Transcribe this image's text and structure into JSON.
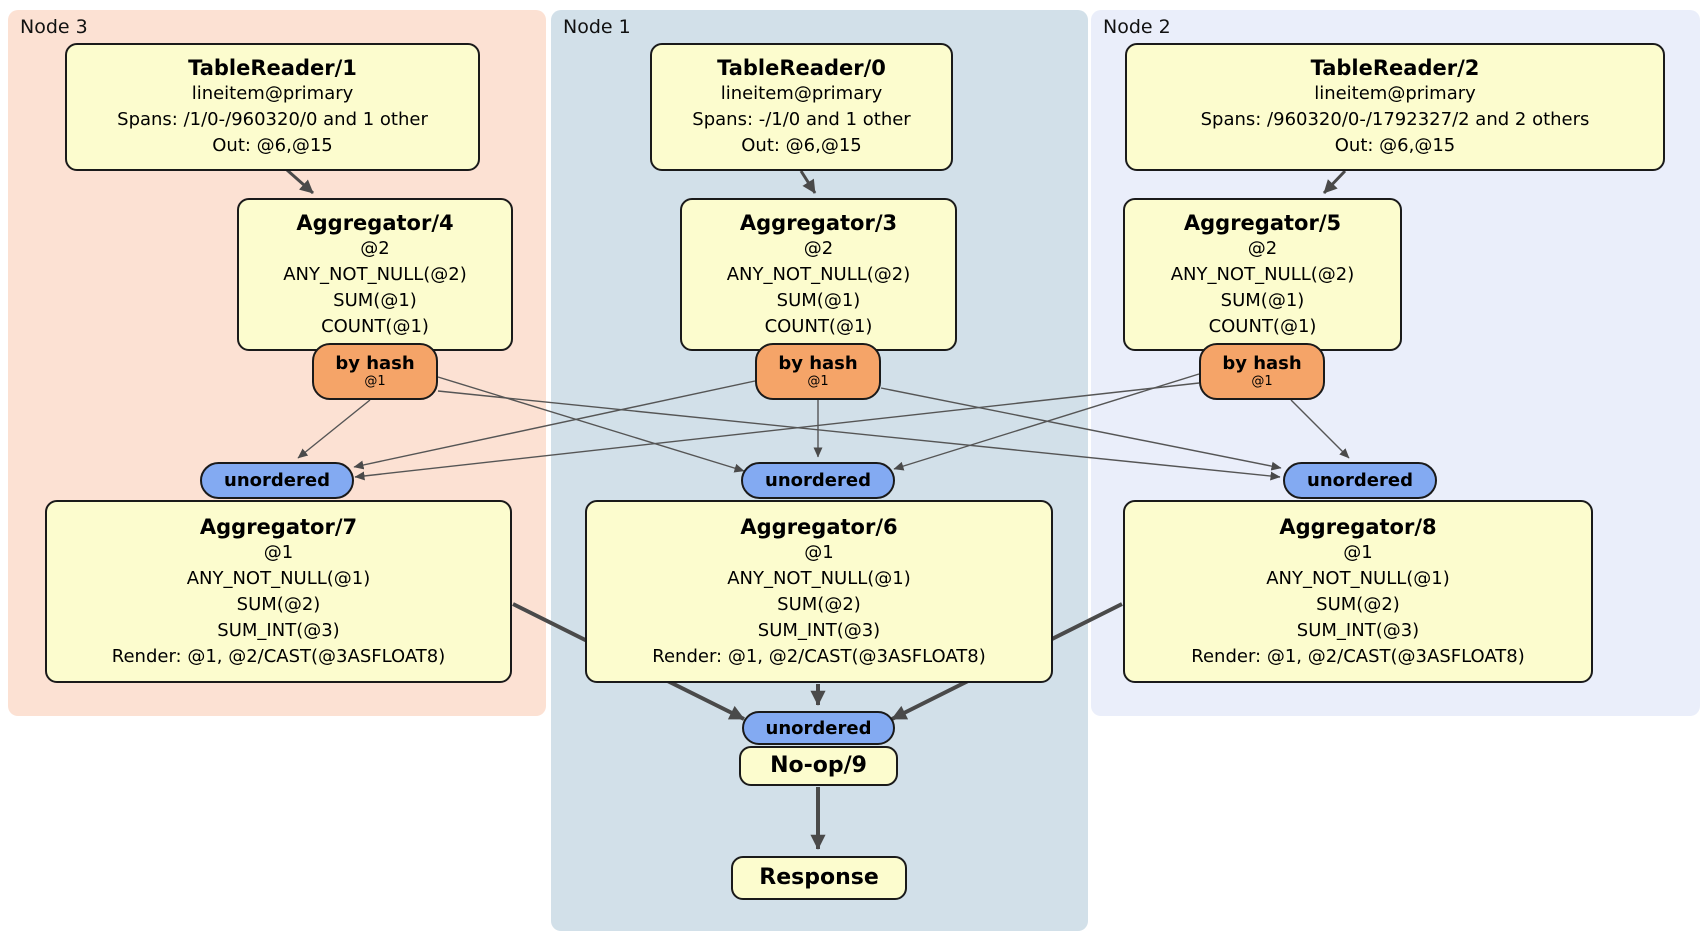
{
  "diagram": {
    "regions": [
      {
        "label": "Node 3"
      },
      {
        "label": "Node 1"
      },
      {
        "label": "Node 2"
      }
    ],
    "processors": {
      "tablereader1": {
        "title": "TableReader/1",
        "lines": [
          "lineitem@primary",
          "Spans: /1/0-/960320/0 and 1 other",
          "Out: @6,@15"
        ]
      },
      "tablereader0": {
        "title": "TableReader/0",
        "lines": [
          "lineitem@primary",
          "Spans: -/1/0 and 1 other",
          "Out: @6,@15"
        ]
      },
      "tablereader2": {
        "title": "TableReader/2",
        "lines": [
          "lineitem@primary",
          "Spans: /960320/0-/1792327/2 and 2 others",
          "Out: @6,@15"
        ]
      },
      "aggregator4": {
        "title": "Aggregator/4",
        "lines": [
          "@2",
          "ANY_NOT_NULL(@2)",
          "SUM(@1)",
          "COUNT(@1)"
        ]
      },
      "aggregator3": {
        "title": "Aggregator/3",
        "lines": [
          "@2",
          "ANY_NOT_NULL(@2)",
          "SUM(@1)",
          "COUNT(@1)"
        ]
      },
      "aggregator5": {
        "title": "Aggregator/5",
        "lines": [
          "@2",
          "ANY_NOT_NULL(@2)",
          "SUM(@1)",
          "COUNT(@1)"
        ]
      },
      "aggregator7": {
        "title": "Aggregator/7",
        "lines": [
          "@1",
          "ANY_NOT_NULL(@1)",
          "SUM(@2)",
          "SUM_INT(@3)",
          "Render: @1, @2/CAST(@3ASFLOAT8)"
        ]
      },
      "aggregator6": {
        "title": "Aggregator/6",
        "lines": [
          "@1",
          "ANY_NOT_NULL(@1)",
          "SUM(@2)",
          "SUM_INT(@3)",
          "Render: @1, @2/CAST(@3ASFLOAT8)"
        ]
      },
      "aggregator8": {
        "title": "Aggregator/8",
        "lines": [
          "@1",
          "ANY_NOT_NULL(@1)",
          "SUM(@2)",
          "SUM_INT(@3)",
          "Render: @1, @2/CAST(@3ASFLOAT8)"
        ]
      },
      "noop9": {
        "title": "No-op/9"
      },
      "response": {
        "title": "Response"
      }
    },
    "router": {
      "label": "by hash",
      "key": "@1"
    },
    "sync": {
      "label": "unordered"
    },
    "colors": {
      "node3_bg": "#fce1d3",
      "node1_bg": "#d2e0e9",
      "node2_bg": "#eaeefa",
      "processor_bg": "#fcfcce",
      "router_bg": "#f5a468",
      "sync_bg": "#83aaf2",
      "edge": "#4a4a4a",
      "border": "#1a1a1a"
    }
  }
}
